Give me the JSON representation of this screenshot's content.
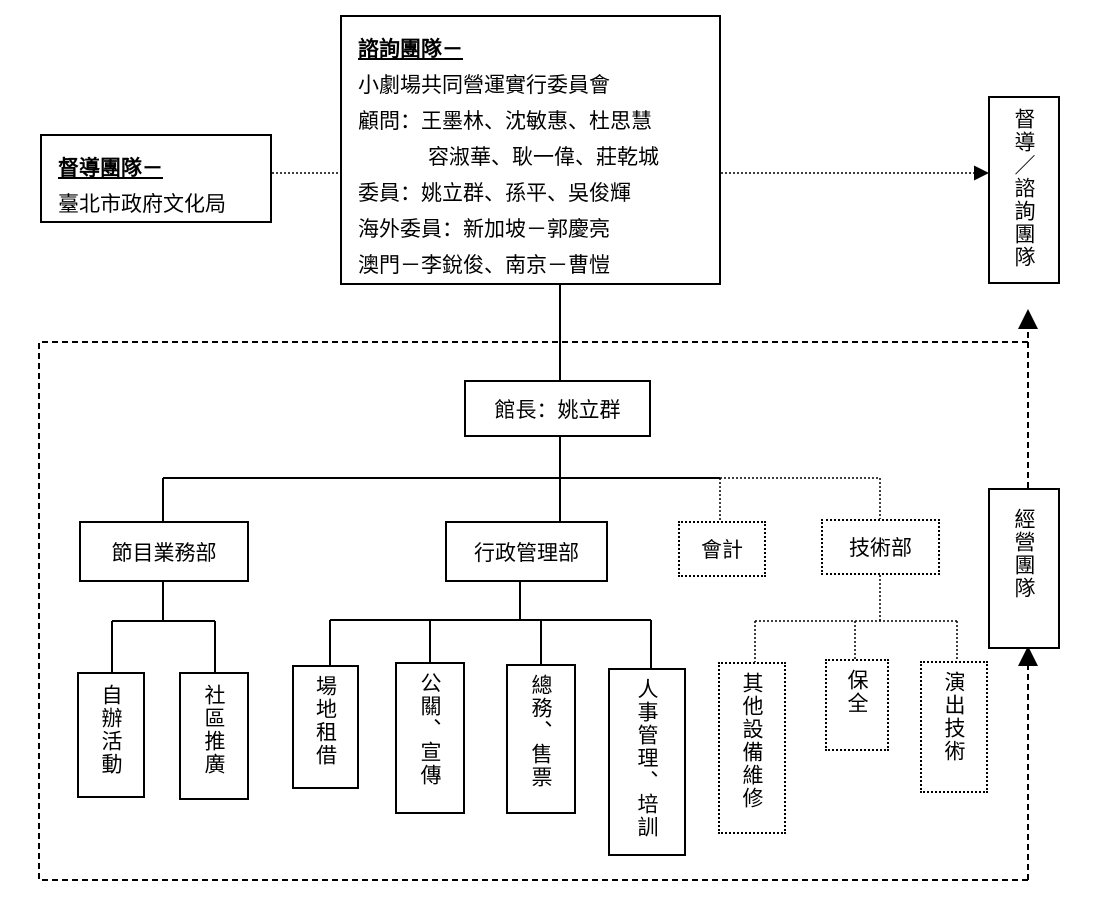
{
  "supervision": {
    "title": "督導團隊－",
    "body": "臺北市政府文化局"
  },
  "consulting": {
    "title": "諮詢團隊－",
    "lines": [
      "小劇場共同營運實行委員會",
      "顧問：王墨林、沈敏惠、杜思慧",
      "容淑華、耿一偉、莊乾城",
      "委員：姚立群、孫平、吳俊輝",
      "海外委員：新加坡－郭慶亮",
      "澳門－李銳俊、南京－曹愷"
    ]
  },
  "side_labels": {
    "supervise_consult": "督導／諮詢團隊",
    "operations": "經營團隊"
  },
  "director": "館長：姚立群",
  "departments": {
    "program": "節目業務部",
    "admin": "行政管理部",
    "accounting": "會計",
    "technical": "技術部"
  },
  "program_units": [
    "自辦活動",
    "社區推廣"
  ],
  "admin_units": [
    "場地租借",
    "公關、宣傳",
    "總務、售票",
    "人事管理、培訓"
  ],
  "technical_units": [
    "其他設備維修",
    "保全",
    "演出技術"
  ]
}
